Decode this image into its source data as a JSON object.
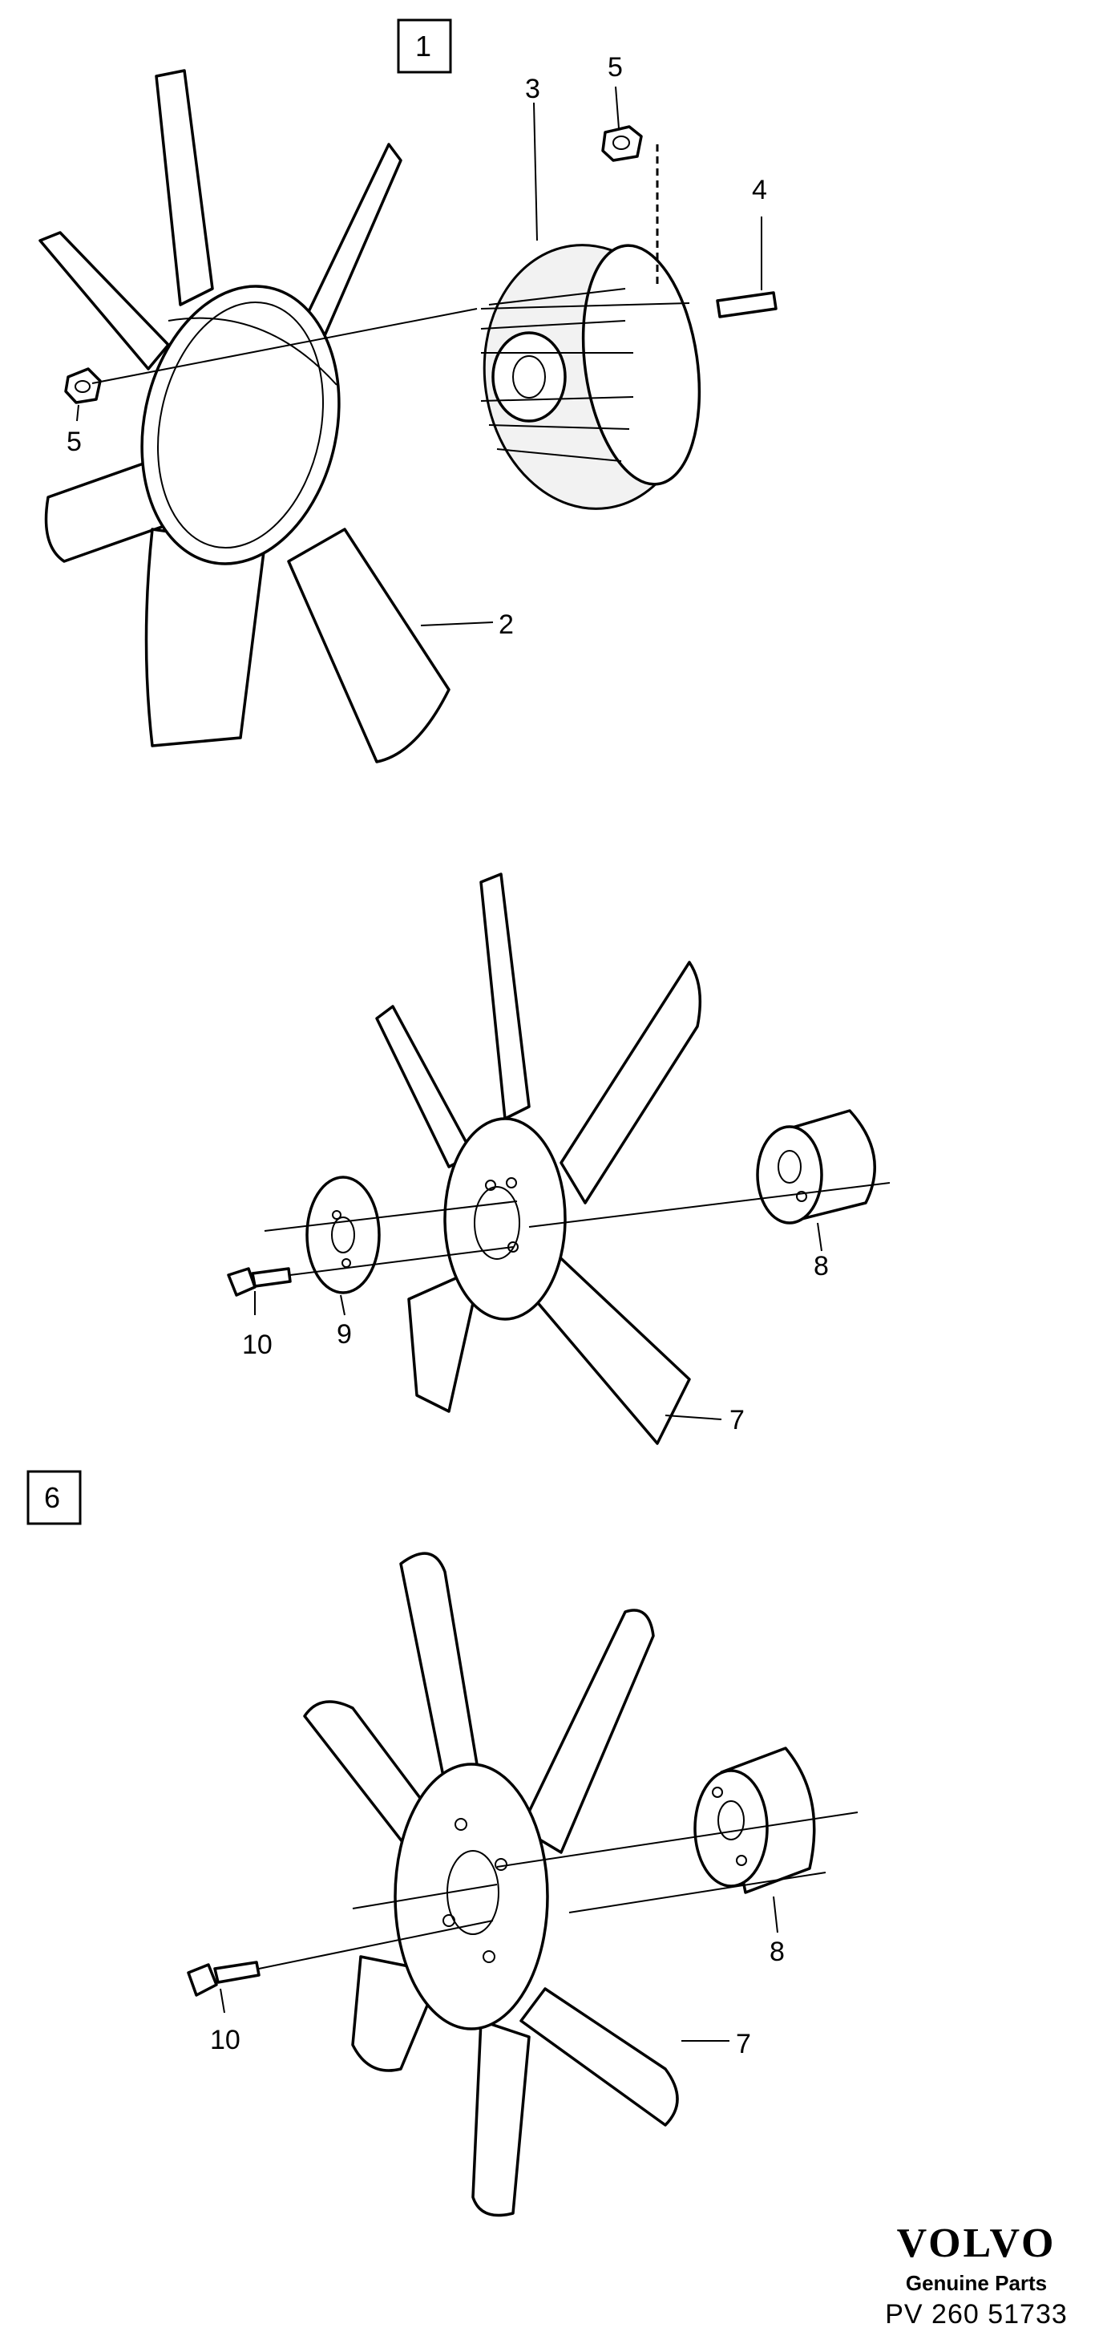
{
  "boxes": {
    "box_1": "1",
    "box_6": "6"
  },
  "callouts": {
    "c1_5a": "5",
    "c1_3": "3",
    "c1_4": "4",
    "c1_5b": "5",
    "c1_2": "2",
    "c2_8": "8",
    "c2_9": "9",
    "c2_10": "10",
    "c2_7": "7",
    "c3_8": "8",
    "c3_10": "10",
    "c3_7": "7"
  },
  "brand": {
    "logo": "VOLVO",
    "subtitle": "Genuine Parts",
    "code": "PV 260 51733"
  }
}
